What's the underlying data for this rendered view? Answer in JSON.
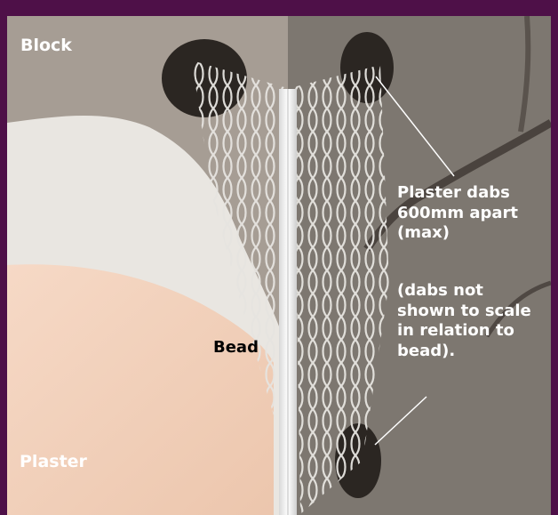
{
  "labels": {
    "block": "Block",
    "plaster": "Plaster",
    "bead": "Bead",
    "dabs_lines": [
      "Plaster dabs",
      "600mm apart",
      "(max)"
    ],
    "note_lines": [
      "(dabs not",
      "shown to scale",
      "in relation to",
      "bead)."
    ]
  },
  "colors": {
    "frame": "#4e1048",
    "block_left": "#a69d94",
    "block_right": "#7d7770",
    "plaster_skin": "#f1d2bd",
    "plaster_rough": "#e9e6e1",
    "bead_metal": "#f2f2f2",
    "dab_dark": "#2b2622"
  }
}
